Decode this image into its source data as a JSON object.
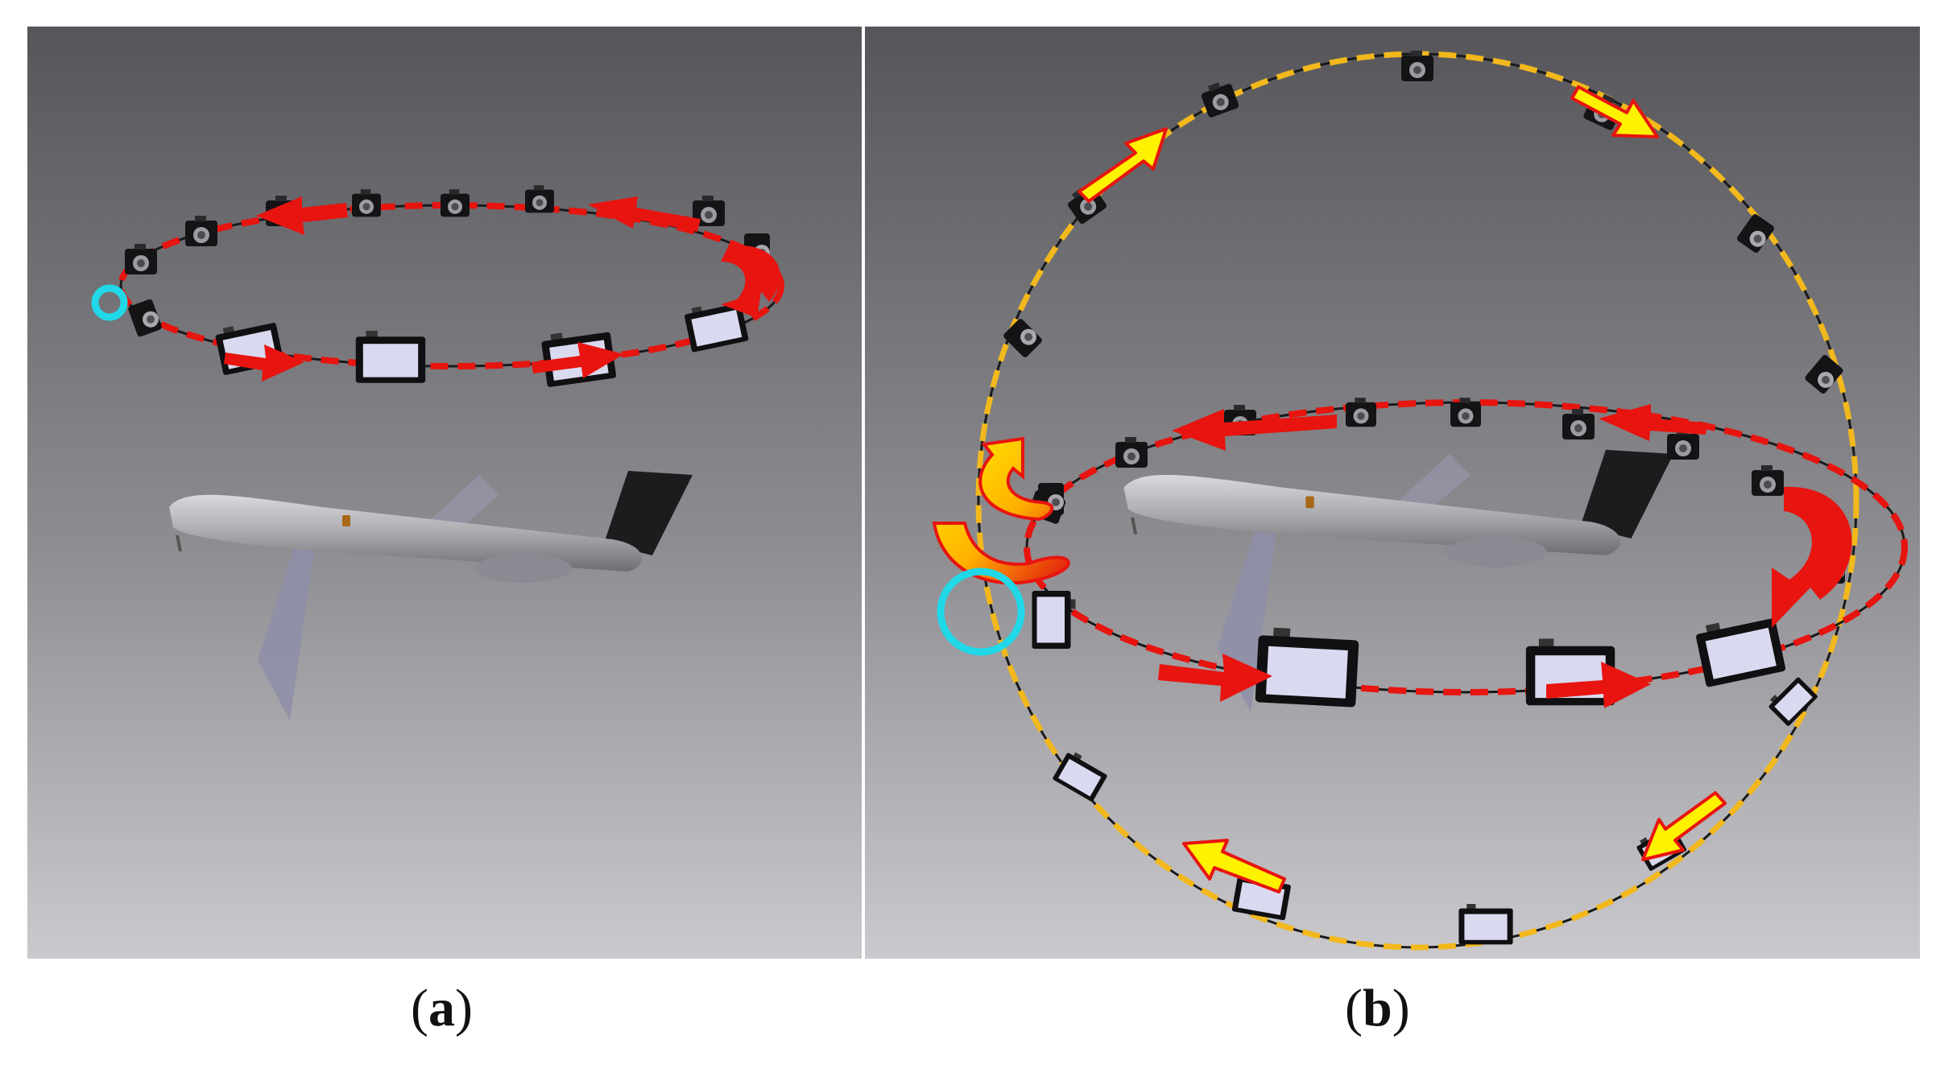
{
  "figure": {
    "panels": [
      {
        "id": "a",
        "label": "a",
        "orbits": [
          "horizontal"
        ]
      },
      {
        "id": "b",
        "label": "b",
        "orbits": [
          "horizontal",
          "vertical"
        ]
      }
    ],
    "colors": {
      "horizontal_orbit": "#e8140f",
      "vertical_orbit": "#f2b81c",
      "start_marker": "#20d8e8",
      "vertical_arrow_fill": "#fff200",
      "background_top": "#57575a",
      "background_bottom": "#c9c8cc"
    },
    "icons": [
      "camera-icon",
      "airplane-icon",
      "direction-arrow-icon",
      "start-marker-icon"
    ]
  }
}
